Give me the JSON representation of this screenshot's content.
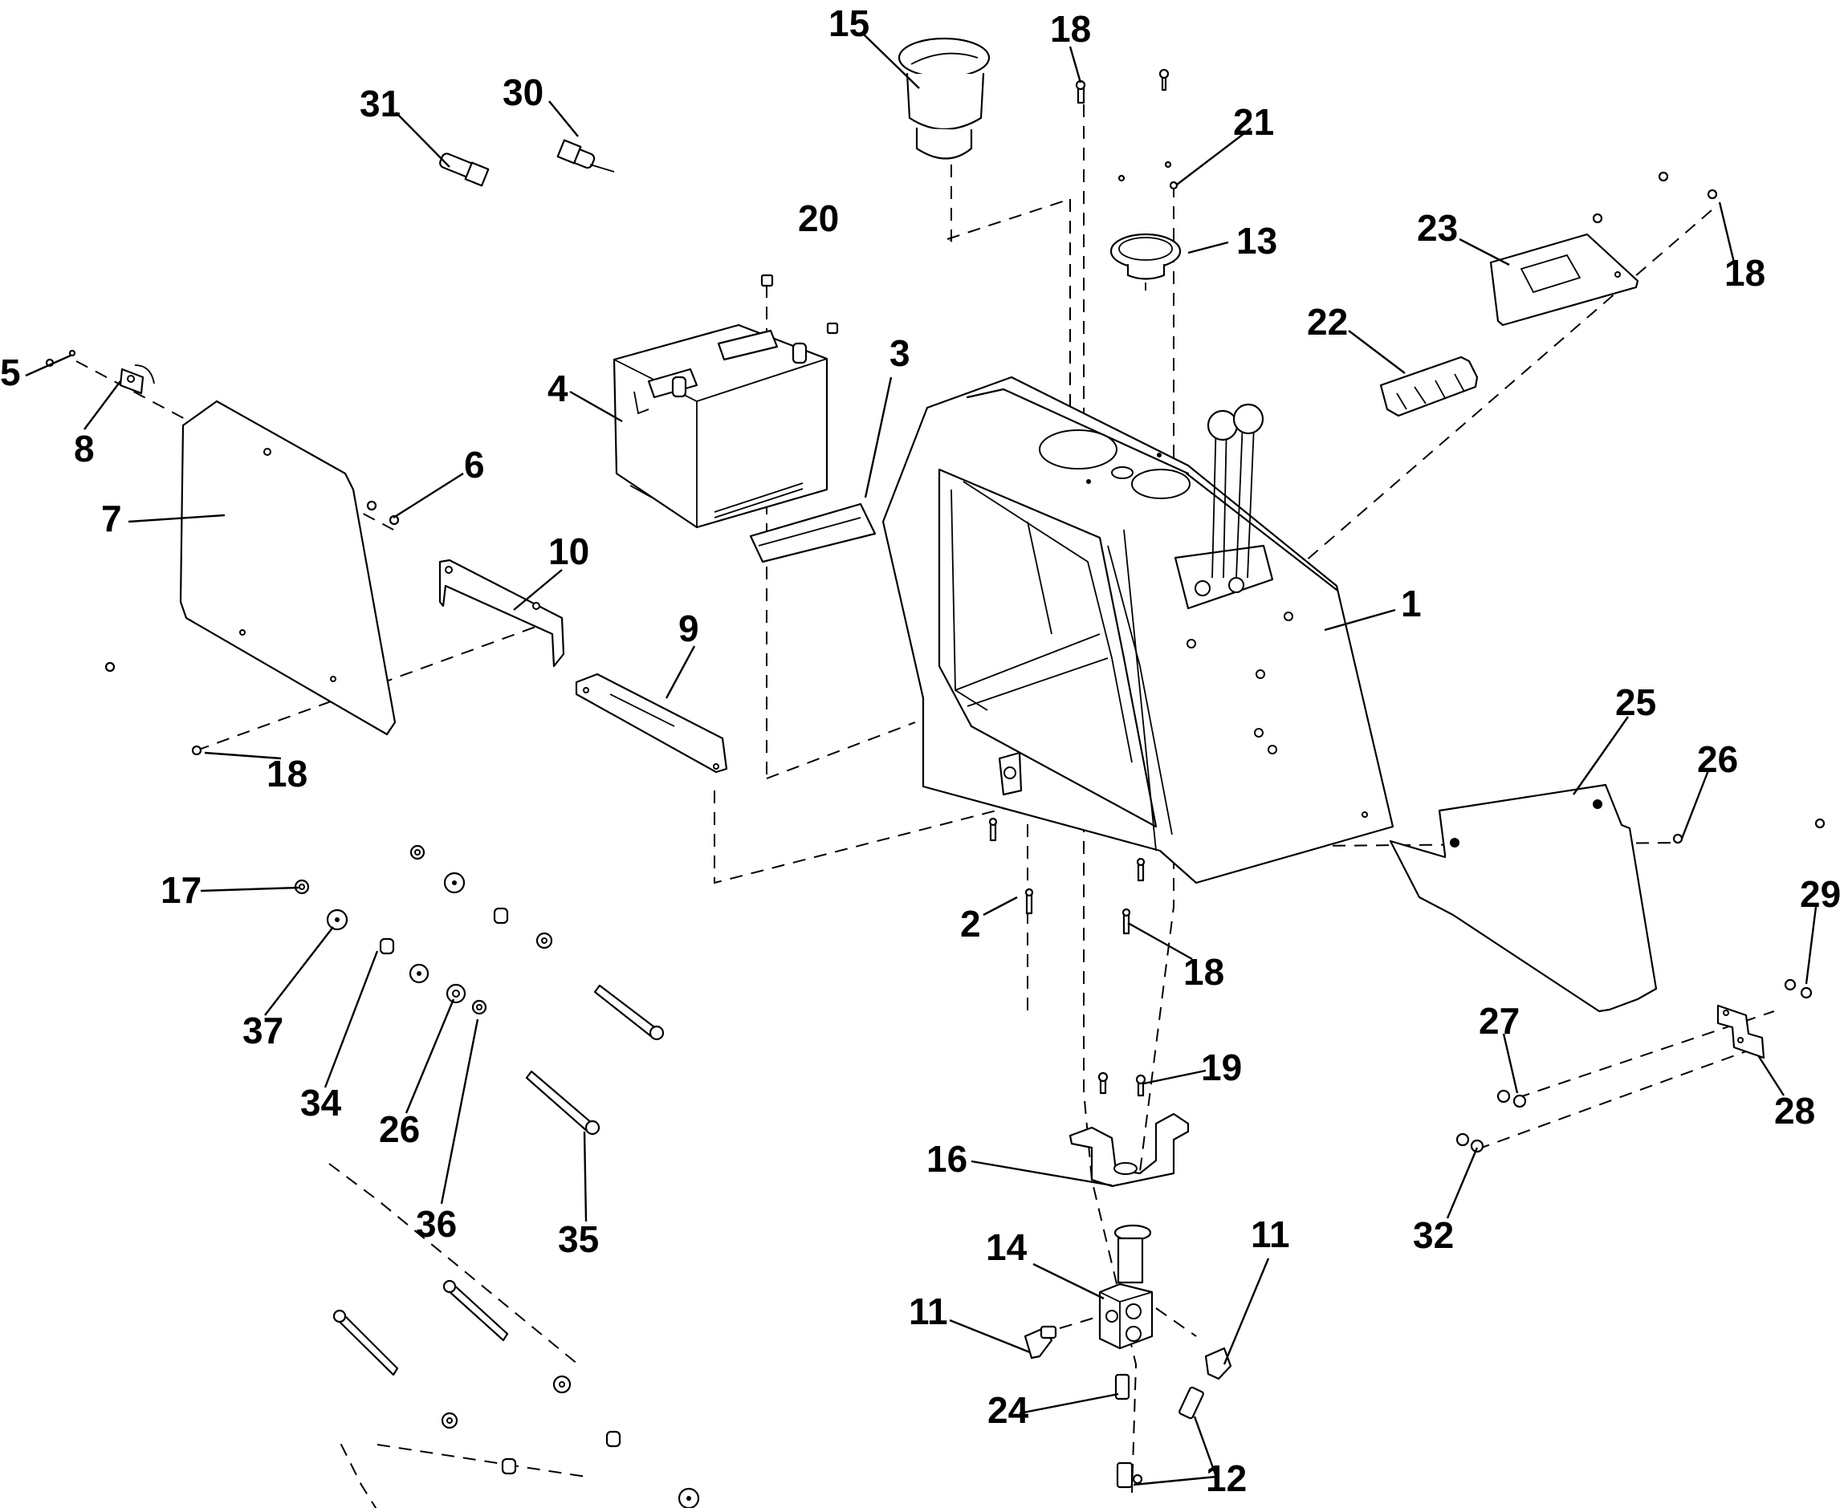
{
  "diagram": {
    "type": "exploded-parts-diagram",
    "callouts": [
      {
        "id": "c15",
        "label": "15",
        "part": "cup-holder"
      },
      {
        "id": "c18a",
        "label": "18",
        "part": "screw"
      },
      {
        "id": "c31",
        "label": "31",
        "part": "switch-connector"
      },
      {
        "id": "c30",
        "label": "30",
        "part": "switch-connector"
      },
      {
        "id": "c21",
        "label": "21",
        "part": "screw"
      },
      {
        "id": "c20",
        "label": "20",
        "part": "nut"
      },
      {
        "id": "c13",
        "label": "13",
        "part": "gauge"
      },
      {
        "id": "c23",
        "label": "23",
        "part": "cover-plate"
      },
      {
        "id": "c18b",
        "label": "18",
        "part": "screw"
      },
      {
        "id": "c22",
        "label": "22",
        "part": "vent-plate"
      },
      {
        "id": "c5",
        "label": "5",
        "part": "screw"
      },
      {
        "id": "c3",
        "label": "3",
        "part": "angle-bracket"
      },
      {
        "id": "c4",
        "label": "4",
        "part": "battery"
      },
      {
        "id": "c8",
        "label": "8",
        "part": "latch"
      },
      {
        "id": "c6",
        "label": "6",
        "part": "nut"
      },
      {
        "id": "c7",
        "label": "7",
        "part": "side-panel"
      },
      {
        "id": "c10",
        "label": "10",
        "part": "bracket"
      },
      {
        "id": "c1",
        "label": "1",
        "part": "console-housing"
      },
      {
        "id": "c9",
        "label": "9",
        "part": "battery-tray"
      },
      {
        "id": "c18c",
        "label": "18",
        "part": "screw"
      },
      {
        "id": "c25",
        "label": "25",
        "part": "side-cover"
      },
      {
        "id": "c26a",
        "label": "26",
        "part": "nut"
      },
      {
        "id": "c17",
        "label": "17",
        "part": "nut"
      },
      {
        "id": "c2",
        "label": "2",
        "part": "bolt"
      },
      {
        "id": "c29",
        "label": "29",
        "part": "nut"
      },
      {
        "id": "c18d",
        "label": "18",
        "part": "screw"
      },
      {
        "id": "c37",
        "label": "37",
        "part": "washer"
      },
      {
        "id": "c27",
        "label": "27",
        "part": "bolt"
      },
      {
        "id": "c34",
        "label": "34",
        "part": "spacer"
      },
      {
        "id": "c28",
        "label": "28",
        "part": "hinge-bracket"
      },
      {
        "id": "c19",
        "label": "19",
        "part": "bolt"
      },
      {
        "id": "c26b",
        "label": "26",
        "part": "nut"
      },
      {
        "id": "c16",
        "label": "16",
        "part": "valve-bracket"
      },
      {
        "id": "c36",
        "label": "36",
        "part": "washer"
      },
      {
        "id": "c35",
        "label": "35",
        "part": "long-bolt"
      },
      {
        "id": "c32",
        "label": "32",
        "part": "bolt"
      },
      {
        "id": "c11a",
        "label": "11",
        "part": "elbow-fitting"
      },
      {
        "id": "c14",
        "label": "14",
        "part": "valve-block"
      },
      {
        "id": "c11b",
        "label": "11",
        "part": "elbow-fitting"
      },
      {
        "id": "c24",
        "label": "24",
        "part": "fitting"
      },
      {
        "id": "c12",
        "label": "12",
        "part": "tee-fitting"
      }
    ]
  }
}
